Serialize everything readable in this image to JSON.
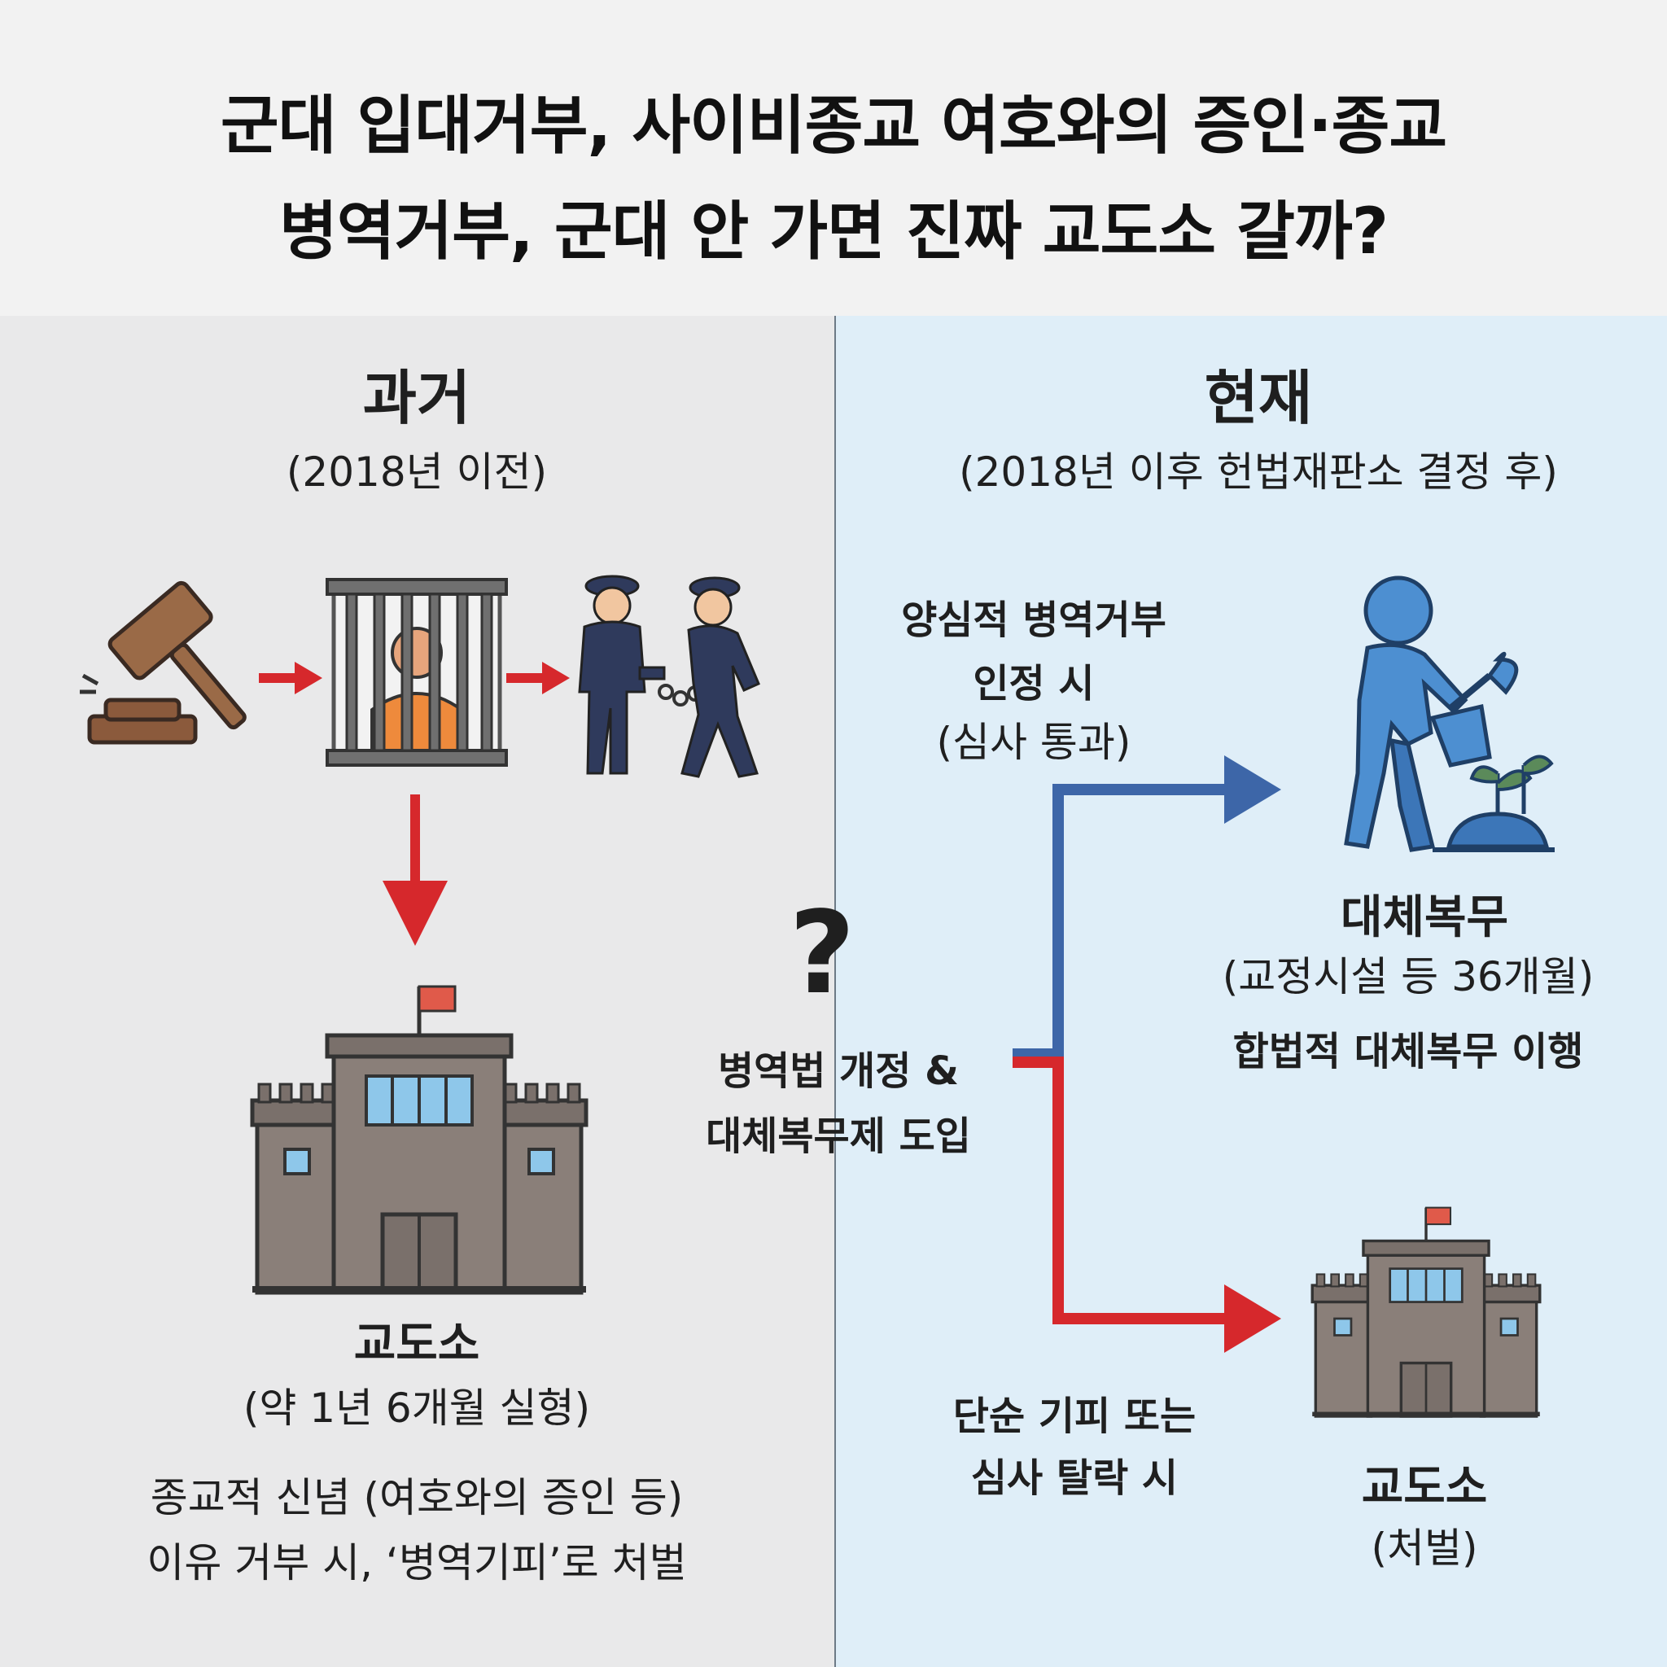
{
  "header": {
    "line1": "군대 입대거부, 사이비종교 여호와의 증인·종교",
    "line2": "병역거부, 군대 안 가면 진짜 교도소 갈까?"
  },
  "past": {
    "heading": "과거",
    "period": "(2018년 이전)",
    "result_title": "교도소",
    "result_detail": "(약 1년 6개월 실형)",
    "note_line1": "종교적 신념 (여호와의 증인 등)",
    "note_line2": "이유 거부 시, ‘병역기피’로 처벌"
  },
  "present": {
    "heading": "현재",
    "period": "(2018년 이후 헌법재판소 결정 후)",
    "accepted_line1": "양심적 병역거부",
    "accepted_line2": "인정 시",
    "accepted_line3": "(심사 통과)",
    "alt_title": "대체복무",
    "alt_detail": "(교정시설 등 36개월)",
    "alt_note": "합법적 대체복무 이행",
    "rejected_line1": "단순 기피 또는",
    "rejected_line2": "심사 탈락 시",
    "prison_title": "교도소",
    "prison_detail": "(처벌)"
  },
  "middle": {
    "question": "?",
    "reform_line1": "병역법 개정 &",
    "reform_line2": "대체복무제 도입"
  },
  "colors": {
    "red_arrow": "#d6282c",
    "blue_arrow": "#3d66a8",
    "right_bg": "#dfeef8",
    "left_bg": "#e9e9ea"
  },
  "icons": [
    "gavel-icon",
    "jail-cell-icon",
    "police-arrest-icon",
    "prison-building-icon",
    "worker-planting-icon"
  ]
}
